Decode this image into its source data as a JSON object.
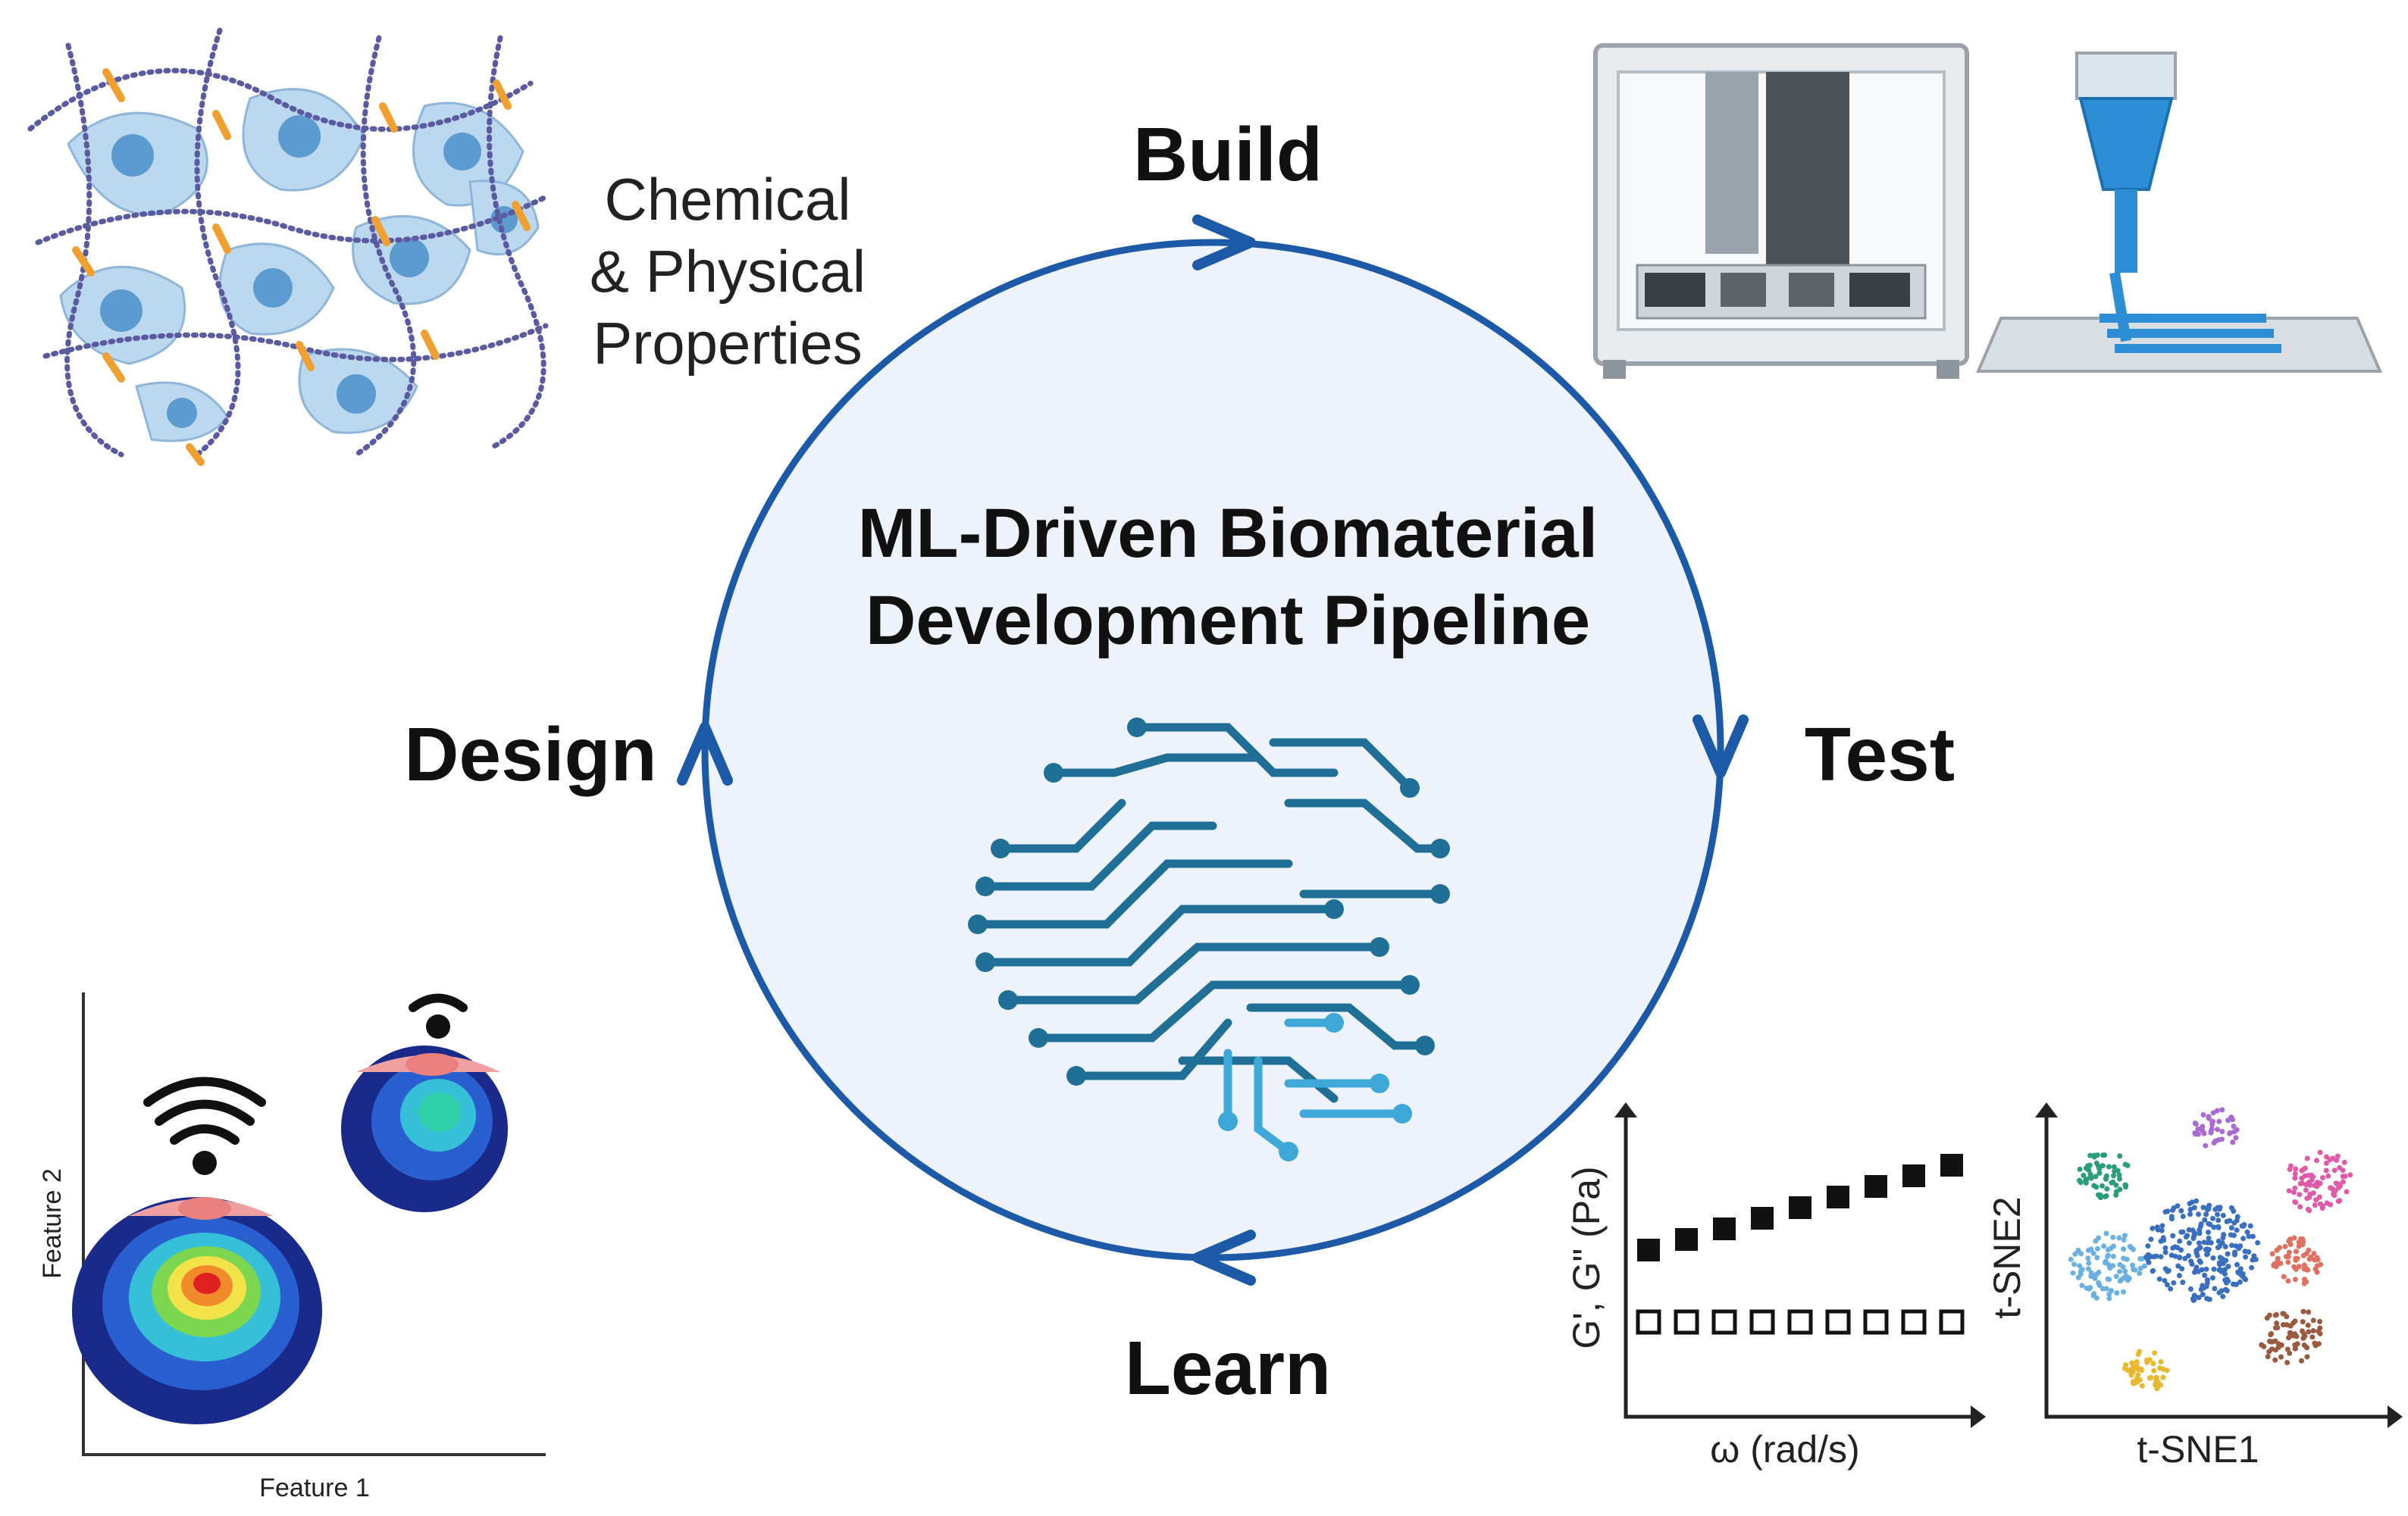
{
  "title": {
    "line1": "ML-Driven Biomaterial",
    "line2": "Development Pipeline"
  },
  "cycle": {
    "build": "Build",
    "test": "Test",
    "learn": "Learn",
    "design": "Design"
  },
  "hydrogel": {
    "label_line1": "Chemical",
    "label_line2": "& Physical",
    "label_line3": "Properties"
  },
  "flow_plot": {
    "xlabel": "Feature 1",
    "ylabel": "Feature 2"
  },
  "rheology_plot": {
    "xlabel": "ω (rad/s)",
    "ylabel": "G', G\" (Pa)"
  },
  "tsne_plot": {
    "xlabel": "t-SNE1",
    "ylabel": "t-SNE2"
  },
  "colors": {
    "cycle_blue": "#1c5aa8",
    "circle_fill": "#eef3fb",
    "brain_dark": "#1f6f96",
    "brain_light": "#3ea9d8",
    "hydrogel_fiber": "#5a5aa0",
    "crosslink": "#f0a030",
    "cell_fill": "#bcd8ee",
    "ink_blue": "#2c8fd6"
  }
}
